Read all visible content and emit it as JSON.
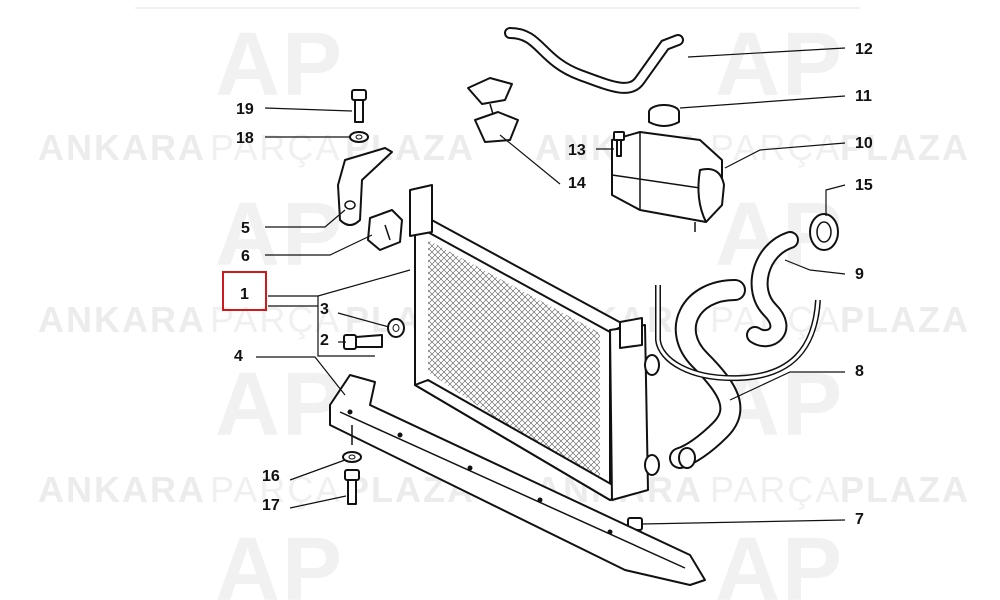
{
  "watermark": {
    "brand_bold_left": "ANKARA",
    "brand_light": "PARÇA",
    "brand_bold_right": "PLAZA",
    "logo_glyph": "AP"
  },
  "callouts": [
    "1",
    "2",
    "3",
    "4",
    "5",
    "6",
    "7",
    "8",
    "9",
    "10",
    "11",
    "12",
    "13",
    "14",
    "15",
    "16",
    "17",
    "18",
    "19"
  ],
  "highlight": {
    "label": "1",
    "color": "#d0191b"
  },
  "colors": {
    "ink": "#111111",
    "watermark": "#ececec"
  }
}
